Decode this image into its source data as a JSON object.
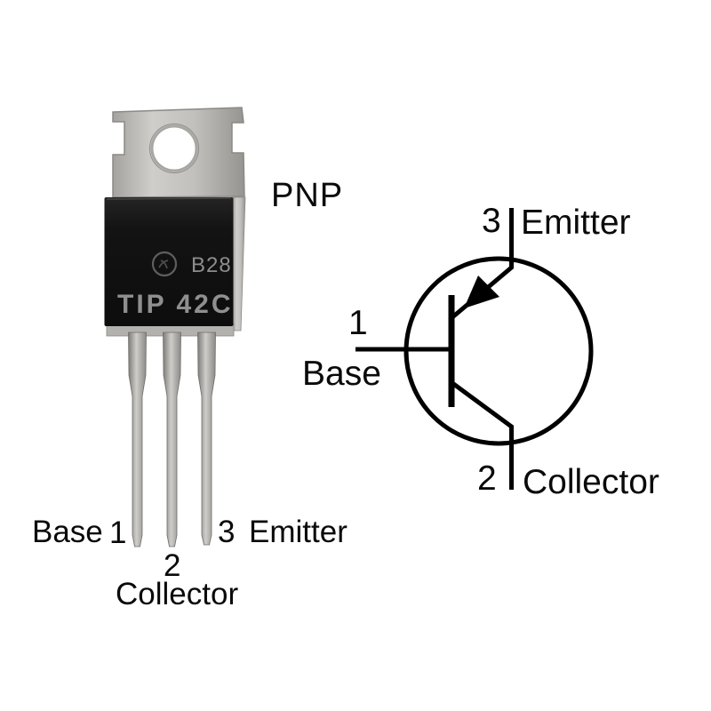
{
  "page": {
    "description": "TIP 42C PNP transistor pinout diagram: TO-220 package photo with pin callouts and PNP schematic symbol",
    "background": "#ffffff"
  },
  "photo": {
    "type_label": "PNP",
    "markings": {
      "logo_icon": "manufacturer-logo-icon",
      "lot_code": "B28",
      "part_number": "TIP 42C"
    },
    "pins": {
      "base": {
        "number": "1",
        "name": "Base"
      },
      "collector": {
        "number": "2",
        "name": "Collector"
      },
      "emitter": {
        "number": "3",
        "name": "Emitter"
      }
    }
  },
  "symbol": {
    "kind": "pnp-bipolar-transistor",
    "emitter": {
      "number": "3",
      "name": "Emitter"
    },
    "base": {
      "number": "1",
      "name": "Base"
    },
    "collector": {
      "number": "2",
      "name": "Collector"
    }
  },
  "colors": {
    "background": "#ffffff",
    "line": "#000000",
    "metal_tab": "#c3c1bd",
    "package_body": "#141414",
    "marking_text": "#8f8f8f",
    "pin_leg": "#b2b0ac"
  }
}
